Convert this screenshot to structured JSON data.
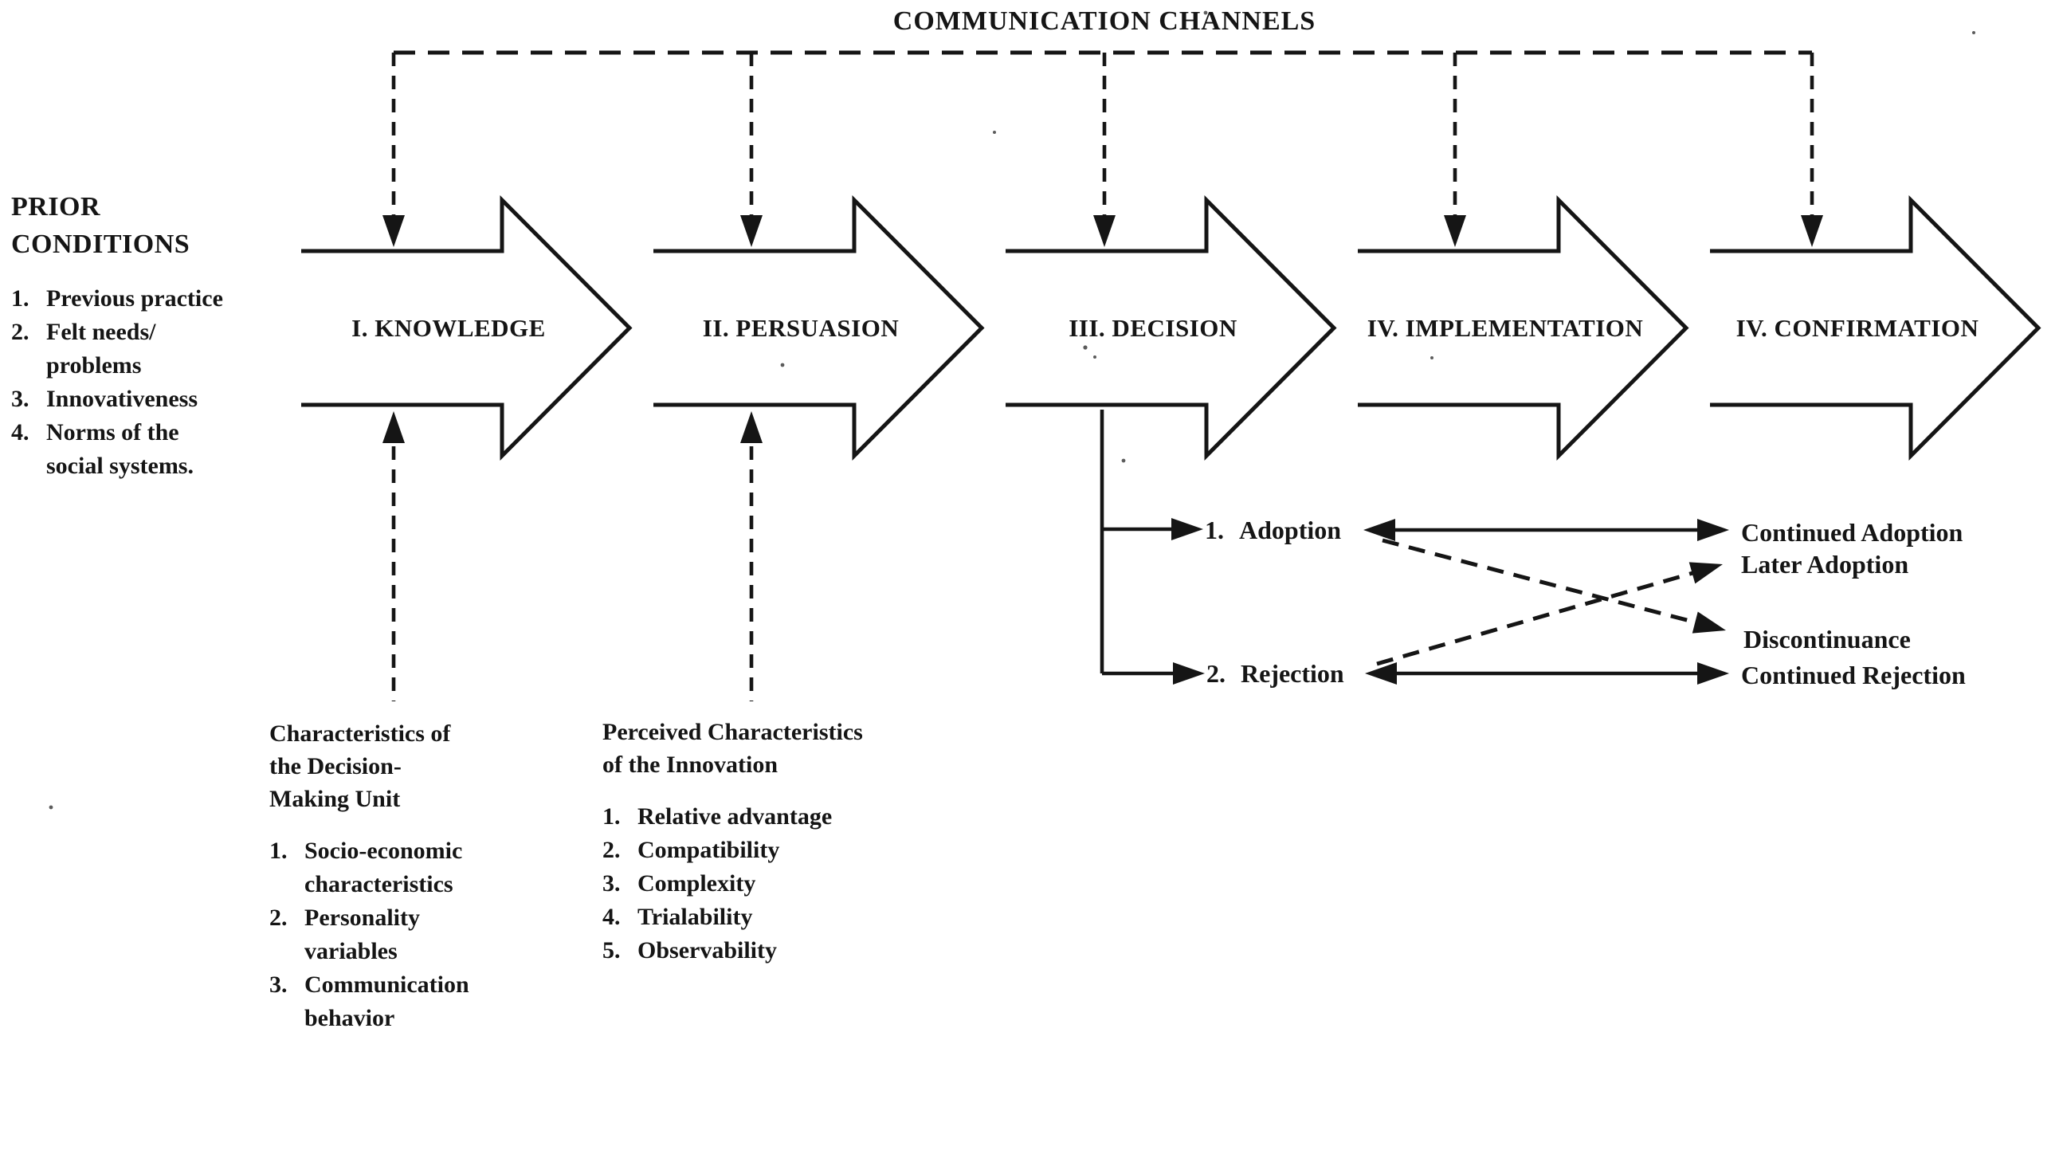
{
  "title": "COMMUNICATION CHANNELS",
  "stages": [
    {
      "label": "I. KNOWLEDGE"
    },
    {
      "label": "II. PERSUASION"
    },
    {
      "label": "III. DECISION"
    },
    {
      "label": "IV. IMPLEMENTATION"
    },
    {
      "label": "IV. CONFIRMATION"
    }
  ],
  "prior_conditions": {
    "heading_lines": [
      "PRIOR",
      "CONDITIONS"
    ],
    "items": [
      {
        "num": "1.",
        "lines": [
          "Previous practice",
          ""
        ]
      },
      {
        "num": "2.",
        "lines": [
          "Felt needs/",
          "problems"
        ]
      },
      {
        "num": "3.",
        "lines": [
          "Innovativeness",
          ""
        ]
      },
      {
        "num": "4.",
        "lines": [
          "Norms of the",
          "social systems."
        ]
      }
    ]
  },
  "knowledge_note": {
    "heading_lines": [
      "Characteristics of",
      "the Decision-",
      "Making Unit"
    ],
    "items": [
      {
        "num": "1.",
        "lines": [
          "Socio-economic",
          "characteristics"
        ]
      },
      {
        "num": "2.",
        "lines": [
          "Personality",
          "variables"
        ]
      },
      {
        "num": "3.",
        "lines": [
          "Communication",
          "behavior"
        ]
      }
    ]
  },
  "persuasion_note": {
    "heading_lines": [
      "Perceived Characteristics",
      "of the Innovation"
    ],
    "items": [
      {
        "num": "1.",
        "lines": [
          "Relative advantage",
          ""
        ]
      },
      {
        "num": "2.",
        "lines": [
          "Compatibility",
          ""
        ]
      },
      {
        "num": "3.",
        "lines": [
          "Complexity",
          ""
        ]
      },
      {
        "num": "4.",
        "lines": [
          "Trialability",
          ""
        ]
      },
      {
        "num": "5.",
        "lines": [
          "Observability",
          ""
        ]
      }
    ]
  },
  "decision_branches": [
    {
      "num": "1.",
      "label": "Adoption"
    },
    {
      "num": "2.",
      "label": "Rejection"
    }
  ],
  "outcomes": [
    {
      "label": "Continued Adoption"
    },
    {
      "label": "Later Adoption"
    },
    {
      "label": "Discontinuance"
    },
    {
      "label": "Continued Rejection"
    }
  ],
  "colors": {
    "ink": "#151515",
    "paper": "#ffffff"
  }
}
